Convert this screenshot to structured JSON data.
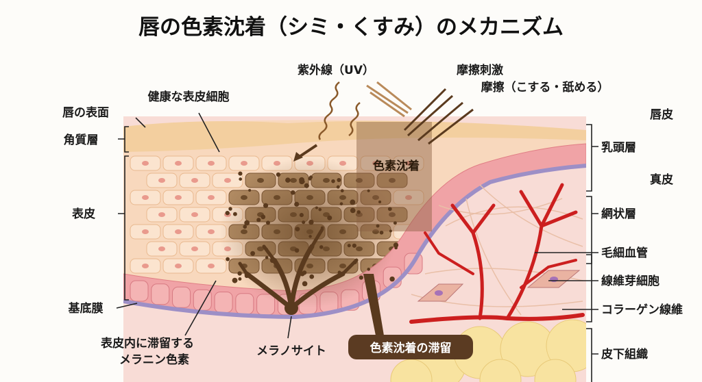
{
  "title": "唇の色素沈着（シミ・くすみ）のメカニズム",
  "top_labels": {
    "uv": "紫外線（UV）",
    "friction_stimulus": "摩擦刺激",
    "friction_detail": "摩擦（こする・舐める）"
  },
  "left_labels": {
    "healthy_cells": "健康な表皮細胞",
    "lip_surface": "唇の表面",
    "stratum_corneum": "角質層",
    "epidermis": "表皮",
    "basement_membrane": "基底膜",
    "melanin_line1": "表皮内に滞留する",
    "melanin_line2": "メラニン色素",
    "melanocyte": "メラノサイト"
  },
  "center_labels": {
    "pigmentation": "色素沈着",
    "pigment_retention": "色素沈着の滞留"
  },
  "right_labels": {
    "lip_skin": "唇皮",
    "papillary_layer": "乳頭層",
    "dermis": "真皮",
    "reticular_layer": "網状層",
    "capillaries": "毛細血管",
    "fibroblast": "線維芽細胞",
    "collagen": "コラーゲン線維",
    "subcutaneous": "皮下組織"
  },
  "colors": {
    "corneum": "#f6dcb5",
    "epidermis": "#f8d8bd",
    "basal_cell": "#f0a3a6",
    "membrane": "#9d8fc6",
    "dermis": "#f8dcd6",
    "vessel": "#cc1f1f",
    "melanin": "#6b4a2a",
    "fat": "#f8e3a0"
  }
}
